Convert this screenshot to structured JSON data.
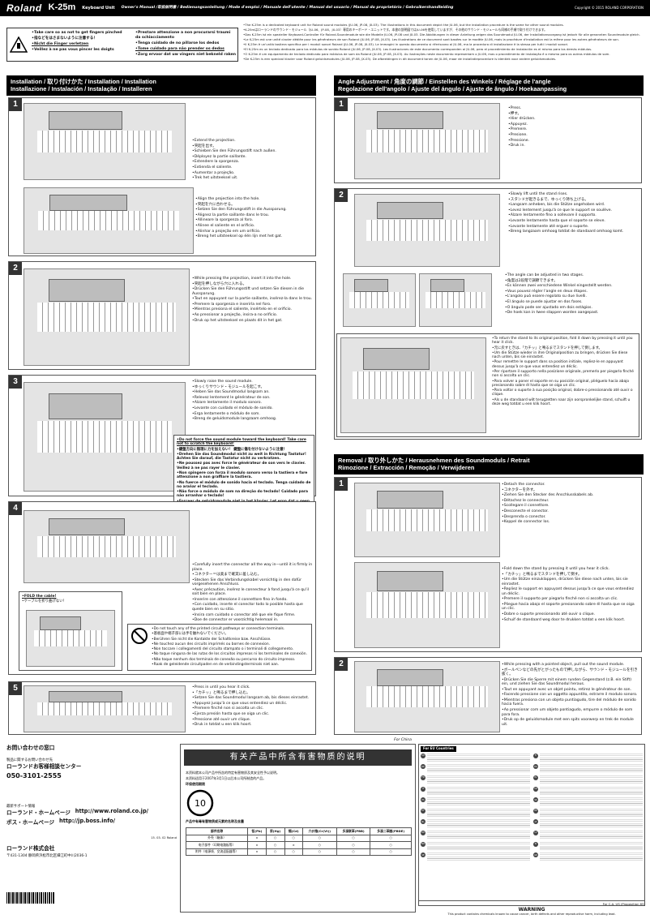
{
  "header": {
    "brand": "Roland",
    "model": "K-25m",
    "unit": "Keyboard Unit",
    "manuals": "Owner's Manual /取扱説明書 / Bedienungsanleitung / Mode d'emploi / Manuale dell'utente / Manual del usuario / Manual do proprietário / Gebruikershandleiding",
    "copyright": "Copyright © 2015 ROLAND CORPORATION"
  },
  "caution": {
    "left": [
      "Take care so as not to get fingers pinched",
      "指などをはさまないように注意する！",
      "Nicht die Finger verletzen",
      "Veillez à ne pas vous pincer les doigts"
    ],
    "right": [
      "Prestare attenzione a non procurarsi traumi da schiacciamento",
      "Tenga cuidado de no pillarse los dedos",
      "Tome cuidado para não prender os dedos",
      "Zorg ervoor dat uw vingers niet bekneld raken"
    ]
  },
  "notes": [
    "The K-25m is a dedicated keyboard unit for Roland sound modules (JU-06, JP-08, JX-03). The illustrations in this document depict the JU-06, but the installation procedure is the same for other sound modules.",
    "K-25mはローランドのサウンド・モジュール（JU-06、JP-08、JX-03）専用のキーボード・ユニットです。本書の説明図ではJU-06を使用していますが、その他のサウンド・モジュールも同様の手順で取り付けできます。",
    "Das K-25m ist ein spezieller Keyboard-Controller für Roland-Soundmodule wie die Modelle JU-06, JP-08 und JX-03. Die Abbildungen in dieser Anleitung zeigen das Soundmodul JU-06, der Installationsvorgang ist jedoch für alle genannten Soundmodule gleich.",
    "Le K-25m est une unité clavier dédiée pour les générateurs de son Roland (JU-06, JP-08, JX-03). Les illustrations de ce document sont basées sur le modèle JU-06, mais la procédure d'installation est la même pour les autres générateurs de son.",
    "Il K-25m è un'unità tastiera specifica per i moduli sonori Roland (JU-06, JP-08, JX-03). Le immagini in questo documento si riferiscono al JU-06, ma la procedura di installazione è la stessa per tutti i moduli sonori.",
    "El K-25m es un teclado dedicado para los módulos de sonido Roland (JU-06, JP-08, JX-03). Las ilustraciones de este documento corresponden al JU-06, pero el procedimiento de instalación es el mismo para los demás módulos.",
    "O K-25m é um equipamento de teclado dedicado para módulos de som da Roland (JU-06, JP-08, JX-03). As ilustrações neste documento representam o JU-06, mas o procedimento de instalação é o mesmo para os outros módulos de som.",
    "De K-25m is een speciaal klavier voor Roland geluidsmodules (JU-06, JP-08, JX-03). De afbeeldingen in dit document tonen de JU-06, maar de installatieprocedure is identiek voor andere geluidsmodules."
  ],
  "sections": {
    "installation": "Installation / 取り付けかた / Installation / Installation\nInstallazione / Instalación / Instalação / Installeren",
    "angle": "Angle Adjustment / 角度の調節 / Einstellen des Winkels / Réglage de l'angle\nRegolazione dell'angolo / Ajuste del ángulo / Ajuste de ângulo / Hoekaanpassing",
    "removal": "Removal / 取り外しかた / Herausnehmen des Soundmoduls / Retrait\nRimozione / Extracción / Remoção / Verwijderen"
  },
  "install_steps": [
    {
      "num": "1",
      "a": [
        "Extend the projection.",
        "突起を出す。",
        "Schieben Sie den Führungsstift nach außen.",
        "Déployez la partie saillante.",
        "Estendere la sporgenza.",
        "Extienda el saliente.",
        "Aumentar a projeção.",
        "Trek het uitsteeksel uit."
      ],
      "b": [
        "Align the projection into the hole.",
        "突起を穴に合わせる。",
        "Setzen Sie den Führungsstift in die Aussparung.",
        "Alignez la partie saillante dans le trou.",
        "Allineare la sporgenza al foro.",
        "Alinee el saliente en el orificio.",
        "Alinhar a projeção em um orifício.",
        "Breng het uitsteeksel op één lijn met het gat."
      ]
    },
    {
      "num": "2",
      "a": [
        "While pressing the projection, insert it into the hole.",
        "突起を押しながら穴に入れる。",
        "Drücken Sie den Führungsstift und setzen Sie diesen in die Aussparung.",
        "Tout en appuyant sur la partie saillante, insérez-la dans le trou.",
        "Premere la sporgenza e inserirla nel foro.",
        "Mientras presiona el saliente, insértelo en el orificio.",
        "Ao pressionar a projeção, insira-a no orifício.",
        "Druk op het uitsteeksel en plaats dit in het gat."
      ]
    },
    {
      "num": "3",
      "a": [
        "Slowly raise the sound module.",
        "ゆっくりサウンド・モジュールを起こす。",
        "Heben Sie das Soundmodul langsam an.",
        "Relevez lentement le générateur de son.",
        "Alzare lentamente il modulo sonoro.",
        "Levante con cuidado el módulo de sonido.",
        "Erga lentamente o módulo de som.",
        "Breng de geluidsmodule langzaam omhoog."
      ],
      "warn": [
        "Do not force the sound module toward the keyboard! Take care not to scratch the keyboard!",
        "鍵盤方向に無理に力を加えない！ 鍵盤に傷を付けないように注意！",
        "Drehen Sie das Soundmodul nicht zu weit in Richtung Tastatur! Achten Sie darauf, die Tastatur nicht zu verkratzen.",
        "Ne poussez pas avec force le générateur de son vers le clavier. Veillez à ne pas rayer le clavier.",
        "Non spingere con forza il modulo sonoro verso la tastiera e fare attenzione a non graffiare la tastiera.",
        "No fuerce el módulo de sonido hacia el teclado. Tenga cuidado de no arañar el teclado.",
        "Não force o módulo de som na direção do teclado! Cuidado para não arranhar o teclado!",
        "Forceer de geluidsmodule niet in het klavier. Let erop dat u geen krassen maakt op het klavier."
      ]
    },
    {
      "num": "4",
      "a": [
        "Carefully insert the connector all the way in—until it is firmly in place.",
        "コネクター＝は奥まで確実に差し込む。",
        "Stecken Sie das Verbindungskabel vorsichtig in den dafür vorgesehenen Anschluss.",
        "Avec précaution, insérez le connecteur à fond jusqu'à ce qu'il soit bien en place.",
        "Inserire con attenzione il connettore fino in fondo.",
        "Con cuidado, inserte el conector todo lo posible hasta que quede bien en su sitio.",
        "Insira com cuidado o conector até que ele fique firme.",
        "Doe de connector er voorzichtig helemaal in."
      ],
      "fold": [
        "FOLD the cable!",
        "ケーブルを折り曲げない！"
      ],
      "warn": [
        "Do not touch any of the printed circuit pathways or connection terminals.",
        "基板面や端子部には手を触れないでください。",
        "Berühren Sie nicht die Kontakte der Schaltkreise bzw. Anschlüsse.",
        "Ne touchez aucun des circuits imprimés ou bornes de connexion.",
        "Non toccare i collegamenti del circuito stampato o i terminali di collegamento.",
        "No toque ninguna de las rutas de los circuitos impresos ni los terminales de conexión.",
        "Não toque nenhum dos terminais de conexão ou percurso do circuito impresso.",
        "Raak de geleidende circuitpaden en de verbindingsterminals niet aan."
      ]
    },
    {
      "num": "5",
      "a": [
        "Press in until you hear it click.",
        "「カチッ」と鳴るまで押し込む。",
        "Setzen Sie das Soundmodul langsam ab, bis dieses einrastet.",
        "Appuyez jusqu'à ce que vous entendiez un déclic.",
        "Premere finché non si ascolta un clic.",
        "Ejerza presión hasta que se oiga un clic.",
        "Pressione até ouvir um clique.",
        "Druk in totdat u een klik hoort."
      ]
    }
  ],
  "angle_steps": [
    {
      "num": "1",
      "a": [
        "Press.",
        "押す。",
        "Hier drücken.",
        "Appuyez.",
        "Premere.",
        "Presione.",
        "Pressione.",
        "Druk in."
      ]
    },
    {
      "num": "2",
      "a": [
        "Slowly lift until the stand rises.",
        "スタンドが起きるまで、ゆっくり持ち上げる。",
        "Langsam anheben, bis die Stütze angehoben wird.",
        "Levez lentement jusqu'à ce que le support se soulève.",
        "Alzare lentamente fino a sollevare il supporto.",
        "Levante lentamente hasta que el soporte se eleve.",
        "Levante lentamente até erguer o suporte.",
        "Breng langzaam omhoog totdat de standaard omhoog komt."
      ],
      "b": [
        "The angle can be adjusted in two stages.",
        "角度は2段階で調節できます。",
        "Es können zwei verschiedene Winkel eingestellt werden.",
        "Vous pouvez régler l'angle en deux étapes.",
        "L'angolo può essere regolato su due livelli.",
        "El ángulo se puede ajustar en dos fases.",
        "O ângulo pode ser ajustado em dois estágios.",
        "De hoek kan in twee stappen worden aangepast."
      ],
      "c": [
        "To return the stand to its original position, fold it down by pressing it until you hear it click.",
        "元に戻すときは、「カチッ」と鳴るまでスタンドを押して倒します。",
        "Um die Stütze wieder in ihre Originalposition zu bringen, drücken Sie diese nach unten, bis sie einrastet.",
        "Pour remettre le support dans sa position initiale, repliez-le en appuyant dessus jusqu'à ce que vous entendiez un déclic.",
        "Per riportare il supporto nella posizione originale, premerlo per piegarlo finché non si ascolta un clic.",
        "Para volver a poner el soporte en su posición original, pliéguelo hacia abajo presionando sobre él hasta que se oiga un clic.",
        "Para voltar o suporte à sua posição original, dobre-o pressionando até ouvir o clique.",
        "Als u de standaard wilt terugzetten naar zijn oorspronkelijke stand, schuift u deze weg totdat u een klik hoort."
      ]
    }
  ],
  "removal_steps": [
    {
      "num": "1",
      "a": [
        "Detach the connector.",
        "コネクターを外す。",
        "Ziehen Sie den Stecker des Anschlusskabels ab.",
        "Détachez le connecteur.",
        "Scollegare il connettore.",
        "Desconecte el conector.",
        "Desprenda o conector.",
        "Koppel de connector los."
      ],
      "b": [
        "Fold down the stand by pressing it until you hear it click.",
        "「カチッ」と鳴るまでスタンドを押して倒す。",
        "Um die Stütze einzuklappen, drücken Sie diese nach unten, bis sie einrastet.",
        "Repliez le support en appuyant dessus jusqu'à ce que vous entendiez un déclic.",
        "Premere il supporto per piegarlo finché non si ascolta un clic.",
        "Pliegue hacia abajo el soporte presionando sobre él hasta que se oiga un clic.",
        "Dobre o suporte pressionando até ouvir o clique.",
        "Schuif de standaard weg door te drukken totdat u een klik hoort."
      ]
    },
    {
      "num": "2",
      "a": [
        "While pressing with a pointed object, pull out the sound module.",
        "ボールペンなどの先がとがったもので押しながら、サウンド・モジュールを引き抜く。",
        "Drücken Sie die Sperre mit einem runden Gegenstand (z.B. ein Stift) ein, und ziehen Sie das Soundmodul heraus.",
        "Tout en appuyant avec un objet pointu, retirez le générateur de son.",
        "Facendo pressione con un oggetto appuntito, estrarre il modulo sonoro.",
        "Mientras presiona con un objeto puntiagudo, tire del módulo de sonido hacia fuera.",
        "Ao pressionar com um objeto pontiagudo, empurre o módulo de som para fora.",
        "Druk op de geluidsmodule met een spits voorwerp en trek de module uit."
      ]
    }
  ],
  "japan": {
    "title": "お問い合わせの窓口",
    "l1": "製品に関するお問い合わせ先",
    "center": "ローランドお客様相談センター",
    "tel": "050-3101-2555",
    "l2": "最新サポート情報",
    "hp_label": "ローランド・ホームページ",
    "hp": "http://www.roland.co.jp/",
    "boss_label": "ボス・ホームページ",
    "boss": "http://jp.boss.info/",
    "company": "ローランド株式会社",
    "address": "〒431-1304 静岡県浜松市北区細江町中川2036-1",
    "date": "15. 03. 02  Roland"
  },
  "china": {
    "tag": "For China",
    "title": "有关产品中所含有害物质的说明",
    "p1": "本资料就本公司产品中所含的特定有害物质及其安全性予以说明。",
    "p2": "本资料适用于2007年3月1日以后本公司所制造的产品。",
    "env": "环保使用期限",
    "table_title": "产品中有毒有害物质或元素的名称及含量",
    "cols": [
      "部件名称",
      "铅(Pb)",
      "汞(Hg)",
      "镉(Cd)",
      "六价铬(Cr(VI))",
      "多溴联苯(PBB)",
      "多溴二苯醚(PBDE)"
    ],
    "rows": [
      [
        "外壳（箱体）",
        "×",
        "○",
        "○",
        "○",
        "○",
        "○"
      ],
      [
        "电子部件（印刷电路板等）",
        "×",
        "○",
        "×",
        "○",
        "○",
        "○"
      ],
      [
        "附件（电源线、交流适配器等）",
        "×",
        "○",
        "○",
        "○",
        "○",
        "○"
      ]
    ]
  },
  "eu": {
    "tag": "For EU Countries",
    "codes": [
      "UK",
      "DE",
      "FR",
      "IT",
      "ES",
      "PT",
      "NL",
      "DK",
      "NO",
      "SE",
      "FI",
      "HU",
      "PL",
      "CZ",
      "SK",
      "EE",
      "LT",
      "LV",
      "SI",
      "GR"
    ]
  },
  "footer": {
    "ca": "For C.A. US (Proposition 65)",
    "warning": "WARNING",
    "warning_text": "This product contains chemicals known to cause cancer, birth defects and other reproductive harm, including lead."
  }
}
